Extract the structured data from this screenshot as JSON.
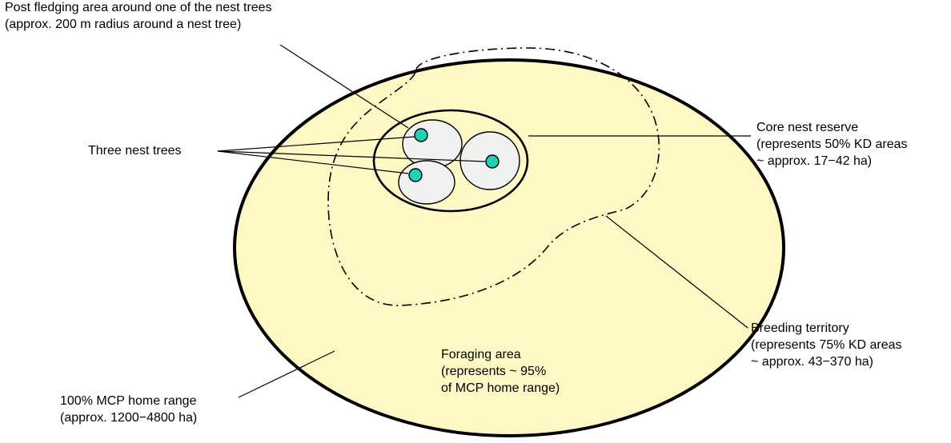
{
  "labels": {
    "post_fledging": {
      "line1": "Post  fledging area around one of the nest trees",
      "line2": "(approx. 200 m radius around a nest tree)"
    },
    "three_nest_trees": "Three nest trees",
    "core_nest_reserve": {
      "line1": "Core nest reserve",
      "line2": "(represents 50% KD areas",
      "line3": "~ approx. 17−42 ha)"
    },
    "breeding_territory": {
      "line1": "Breeding territory",
      "line2": "(represents 75% KD areas",
      "line3": "~ approx. 43−370 ha)"
    },
    "foraging_area": {
      "line1": "Foraging area",
      "line2": "(represents ~ 95%",
      "line3": "of MCP home range)"
    },
    "mcp_home_range": {
      "line1": "100% MCP home range",
      "line2": "(approx. 1200−4800 ha)"
    }
  },
  "colors": {
    "home_range_fill": "#fdf8c4",
    "post_fledging_fill": "#f1f1f1",
    "nest_tree_fill": "#1fd0b2",
    "outline": "#000000"
  }
}
